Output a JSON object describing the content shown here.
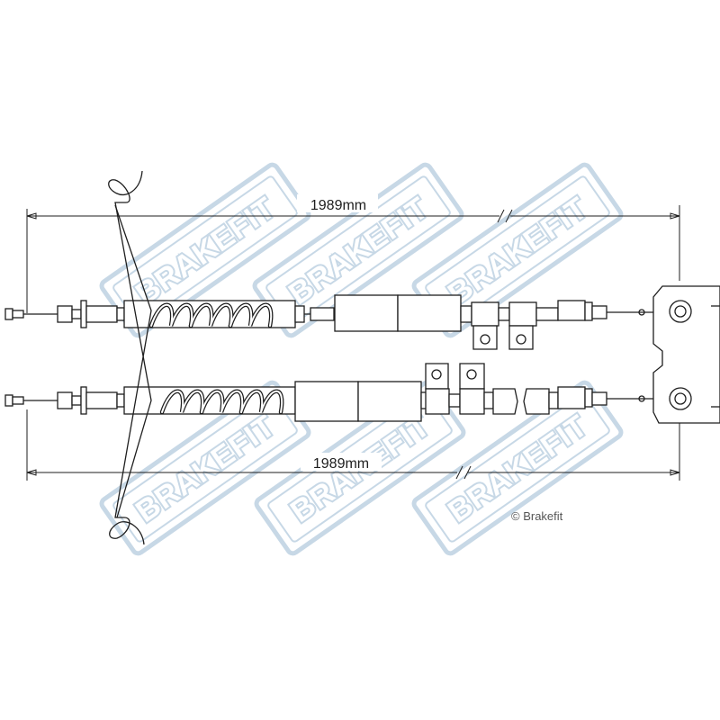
{
  "dimensions": {
    "top_length": "1989mm",
    "bottom_length": "1989mm"
  },
  "watermark": {
    "text": "BRAKEFIT",
    "color": "#c7d8e6"
  },
  "copyright": "© Brakefit",
  "colors": {
    "line": "#1e1e1e",
    "background": "#ffffff"
  }
}
